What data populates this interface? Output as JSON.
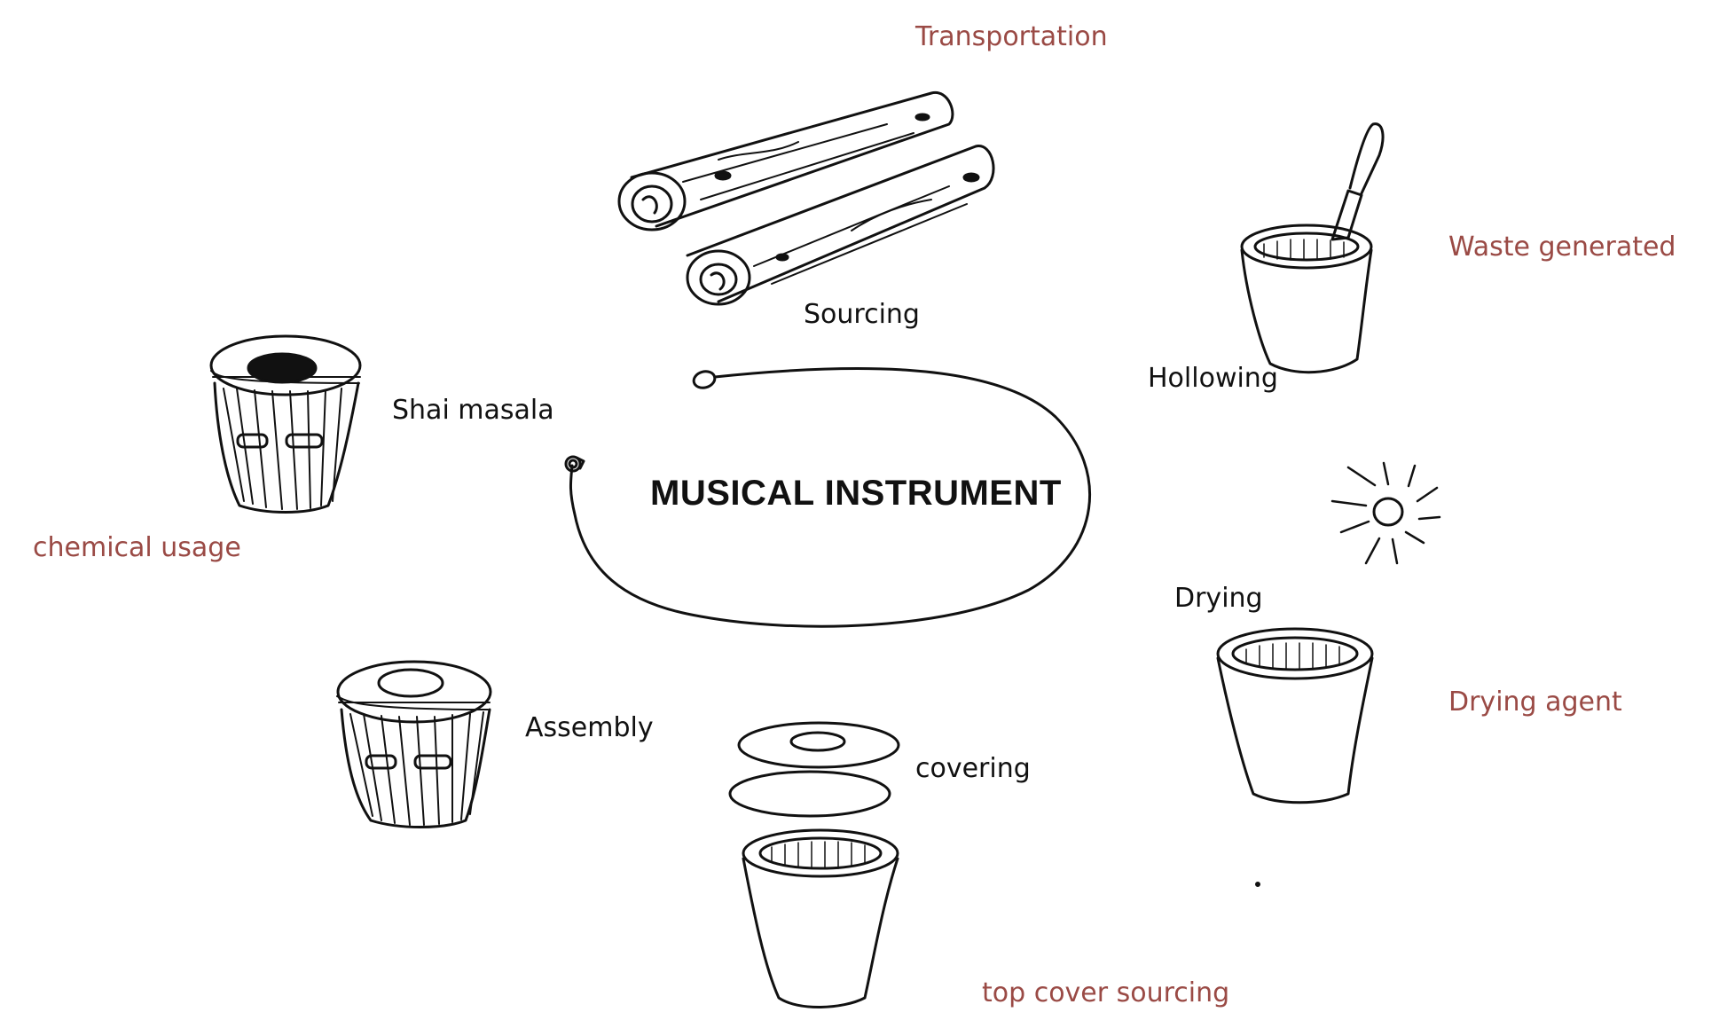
{
  "title": "MUSICAL INSTRUMENT",
  "stages": {
    "sourcing": "Sourcing",
    "hollowing": "Hollowing",
    "drying": "Drying",
    "covering": "covering",
    "assembly": "Assembly",
    "shai_masala": "Shai masala"
  },
  "impacts": {
    "transportation": "Transportation",
    "waste_generated": "Waste generated",
    "drying_agent": "Drying agent",
    "top_cover_sourcing": "top cover sourcing",
    "chemical_usage": "chemical usage"
  },
  "colors": {
    "stage_text": "#111111",
    "impact_text": "#9a4a45",
    "ink": "#111111"
  },
  "icons": [
    "wood-logs-icon",
    "hollowed-pot-with-tool-icon",
    "sun-icon",
    "dried-pot-icon",
    "drum-covers-icon",
    "drum-icon",
    "drum-with-black-center-icon"
  ]
}
